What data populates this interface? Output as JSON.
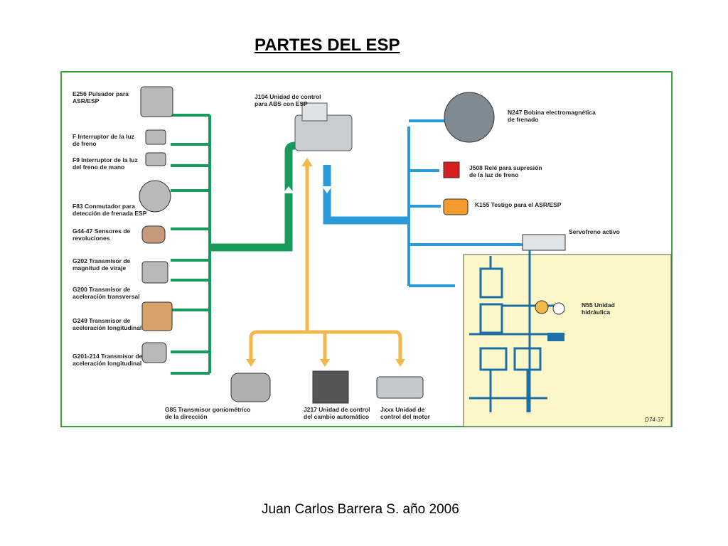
{
  "title": "PARTES DEL ESP",
  "footer": "Juan Carlos Barrera S. año 2006",
  "diagram_code": "D74-37",
  "center_unit": "J104 Unidad de control\npara ABS con ESP",
  "inputs": [
    "E256 Pulsador para\nASR/ESP",
    "F Interruptor de la luz\nde freno",
    "F9 Interruptor de la luz\ndel freno de mano",
    "F83 Conmutador para\ndetección de frenada ESP",
    "G44-47 Sensores de\nrevoluciones",
    "G202 Transmisor de\nmagnitud de viraje",
    "G200 Transmisor de\naceleración transversal",
    "G249 Transmisor de\naceleración longitudinal",
    "G201-214 Transmisor de\naceleración longitudinal"
  ],
  "outputs": [
    "N247 Bobina electromagnética\nde frenado",
    "J508 Relé para supresión\nde la luz de freno",
    "K155 Testigo para el ASR/ESP",
    "Servofreno activo",
    "N55 Unidad\nhidráulica"
  ],
  "bus": [
    "G85 Transmisor goniométrico\nde la dirección",
    "J217 Unidad de control\ndel cambio automático",
    "Jxxx Unidad de\ncontrol del motor"
  ],
  "colors": {
    "input": "#169b5a",
    "output": "#2b9bd8",
    "bus": "#f2b84b",
    "frame": "#3aa63a",
    "hydraulic": "#fbf7c8"
  }
}
